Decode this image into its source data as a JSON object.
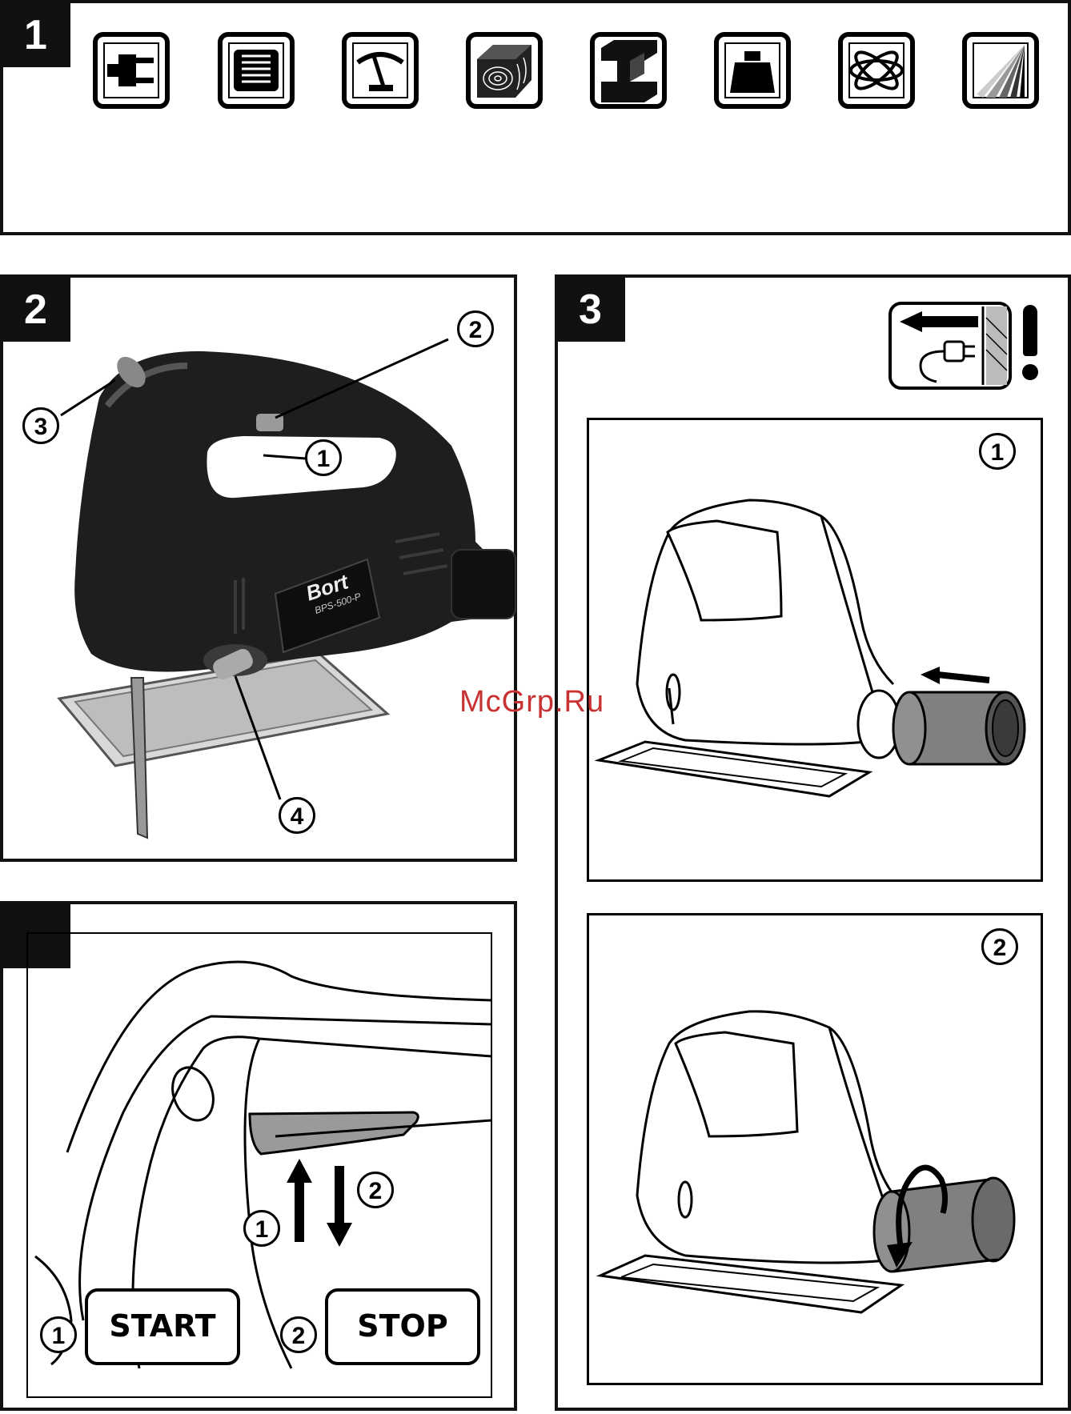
{
  "figures": {
    "fig1": {
      "number": "1"
    },
    "fig2": {
      "number": "2",
      "callouts": [
        "1",
        "2",
        "3",
        "4"
      ],
      "tool_brand": "Bort",
      "tool_model": "BPS-500-P"
    },
    "fig3": {
      "number": "3",
      "sub1": "1",
      "sub2": "2"
    },
    "fig4": {
      "number": "",
      "arrow1": "1",
      "arrow2": "2",
      "start_num": "1",
      "start_label": "START",
      "stop_num": "2",
      "stop_label": "STOP"
    }
  },
  "watermark": "McGrp.Ru",
  "icons": [
    "power-plug-icon",
    "motor-icon",
    "speed-gauge-icon",
    "wood-icon",
    "metal-profile-icon",
    "weight-icon",
    "pendulum-stroke-icon",
    "bevel-angle-icon"
  ]
}
